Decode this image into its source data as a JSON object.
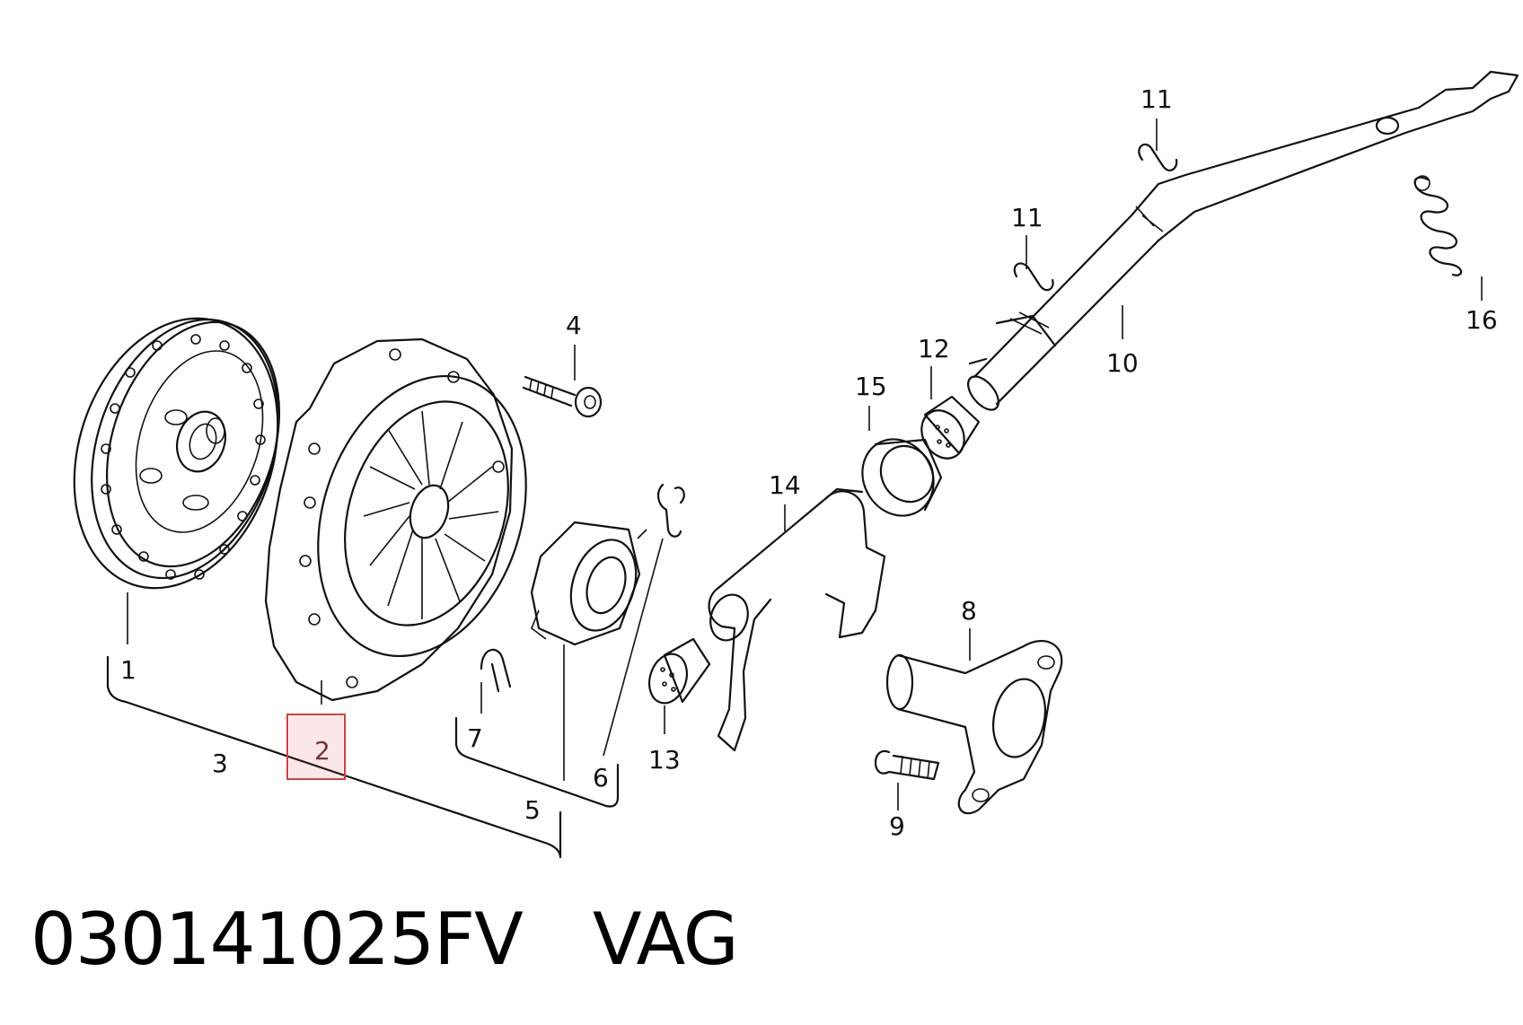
{
  "callouts": {
    "c1": "1",
    "c2": "2",
    "c3": "3",
    "c4": "4",
    "c5": "5",
    "c6": "6",
    "c7": "7",
    "c8": "8",
    "c9": "9",
    "c10": "10",
    "c11a": "11",
    "c11b": "11",
    "c12": "12",
    "c13": "13",
    "c14": "14",
    "c15": "15",
    "c16": "16"
  },
  "highlight": {
    "label": "2",
    "color": "#e03a3a"
  },
  "footer": {
    "part_number": "030141025FV",
    "brand": "VAG"
  }
}
